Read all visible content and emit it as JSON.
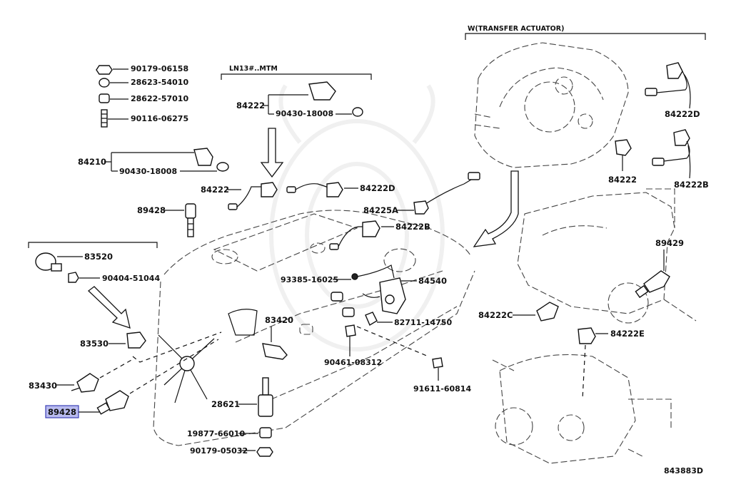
{
  "diagram": {
    "group_labels": {
      "ln13": "LN13#..MTM",
      "transfer": "W(TRANSFER ACTUATOR)"
    },
    "callouts": {
      "p90179_06158": "90179-06158",
      "p28623_54010": "28623-54010",
      "p28622_57010": "28622-57010",
      "p90116_06275": "90116-06275",
      "p84210": "84210",
      "p90430_18008a": "90430-18008",
      "p84222_top": "84222",
      "p90430_18008b": "90430-18008",
      "p84222_mid": "84222",
      "p84222d_mid": "84222D",
      "p89428_upper": "89428",
      "p84225a": "84225A",
      "p84222b_mid": "84222B",
      "p83520": "83520",
      "p90404_51044": "90404-51044",
      "p93385_16025": "93385-16025",
      "p84540": "84540",
      "p83420": "83420",
      "p82711_14750": "82711-14750",
      "p83530": "83530",
      "p90461_08312": "90461-08312",
      "p83430": "83430",
      "p91611_60814": "91611-60814",
      "p89428_highlight": "89428",
      "p28621": "28621",
      "p19877_66010": "19877-66010",
      "p90179_05032": "90179-05032",
      "p84222d_right": "84222D",
      "p84222_right": "84222",
      "p84222b_right": "84222B",
      "p89429": "89429",
      "p84222c": "84222C",
      "p84222e": "84222E"
    },
    "figure_code": "843883D"
  }
}
